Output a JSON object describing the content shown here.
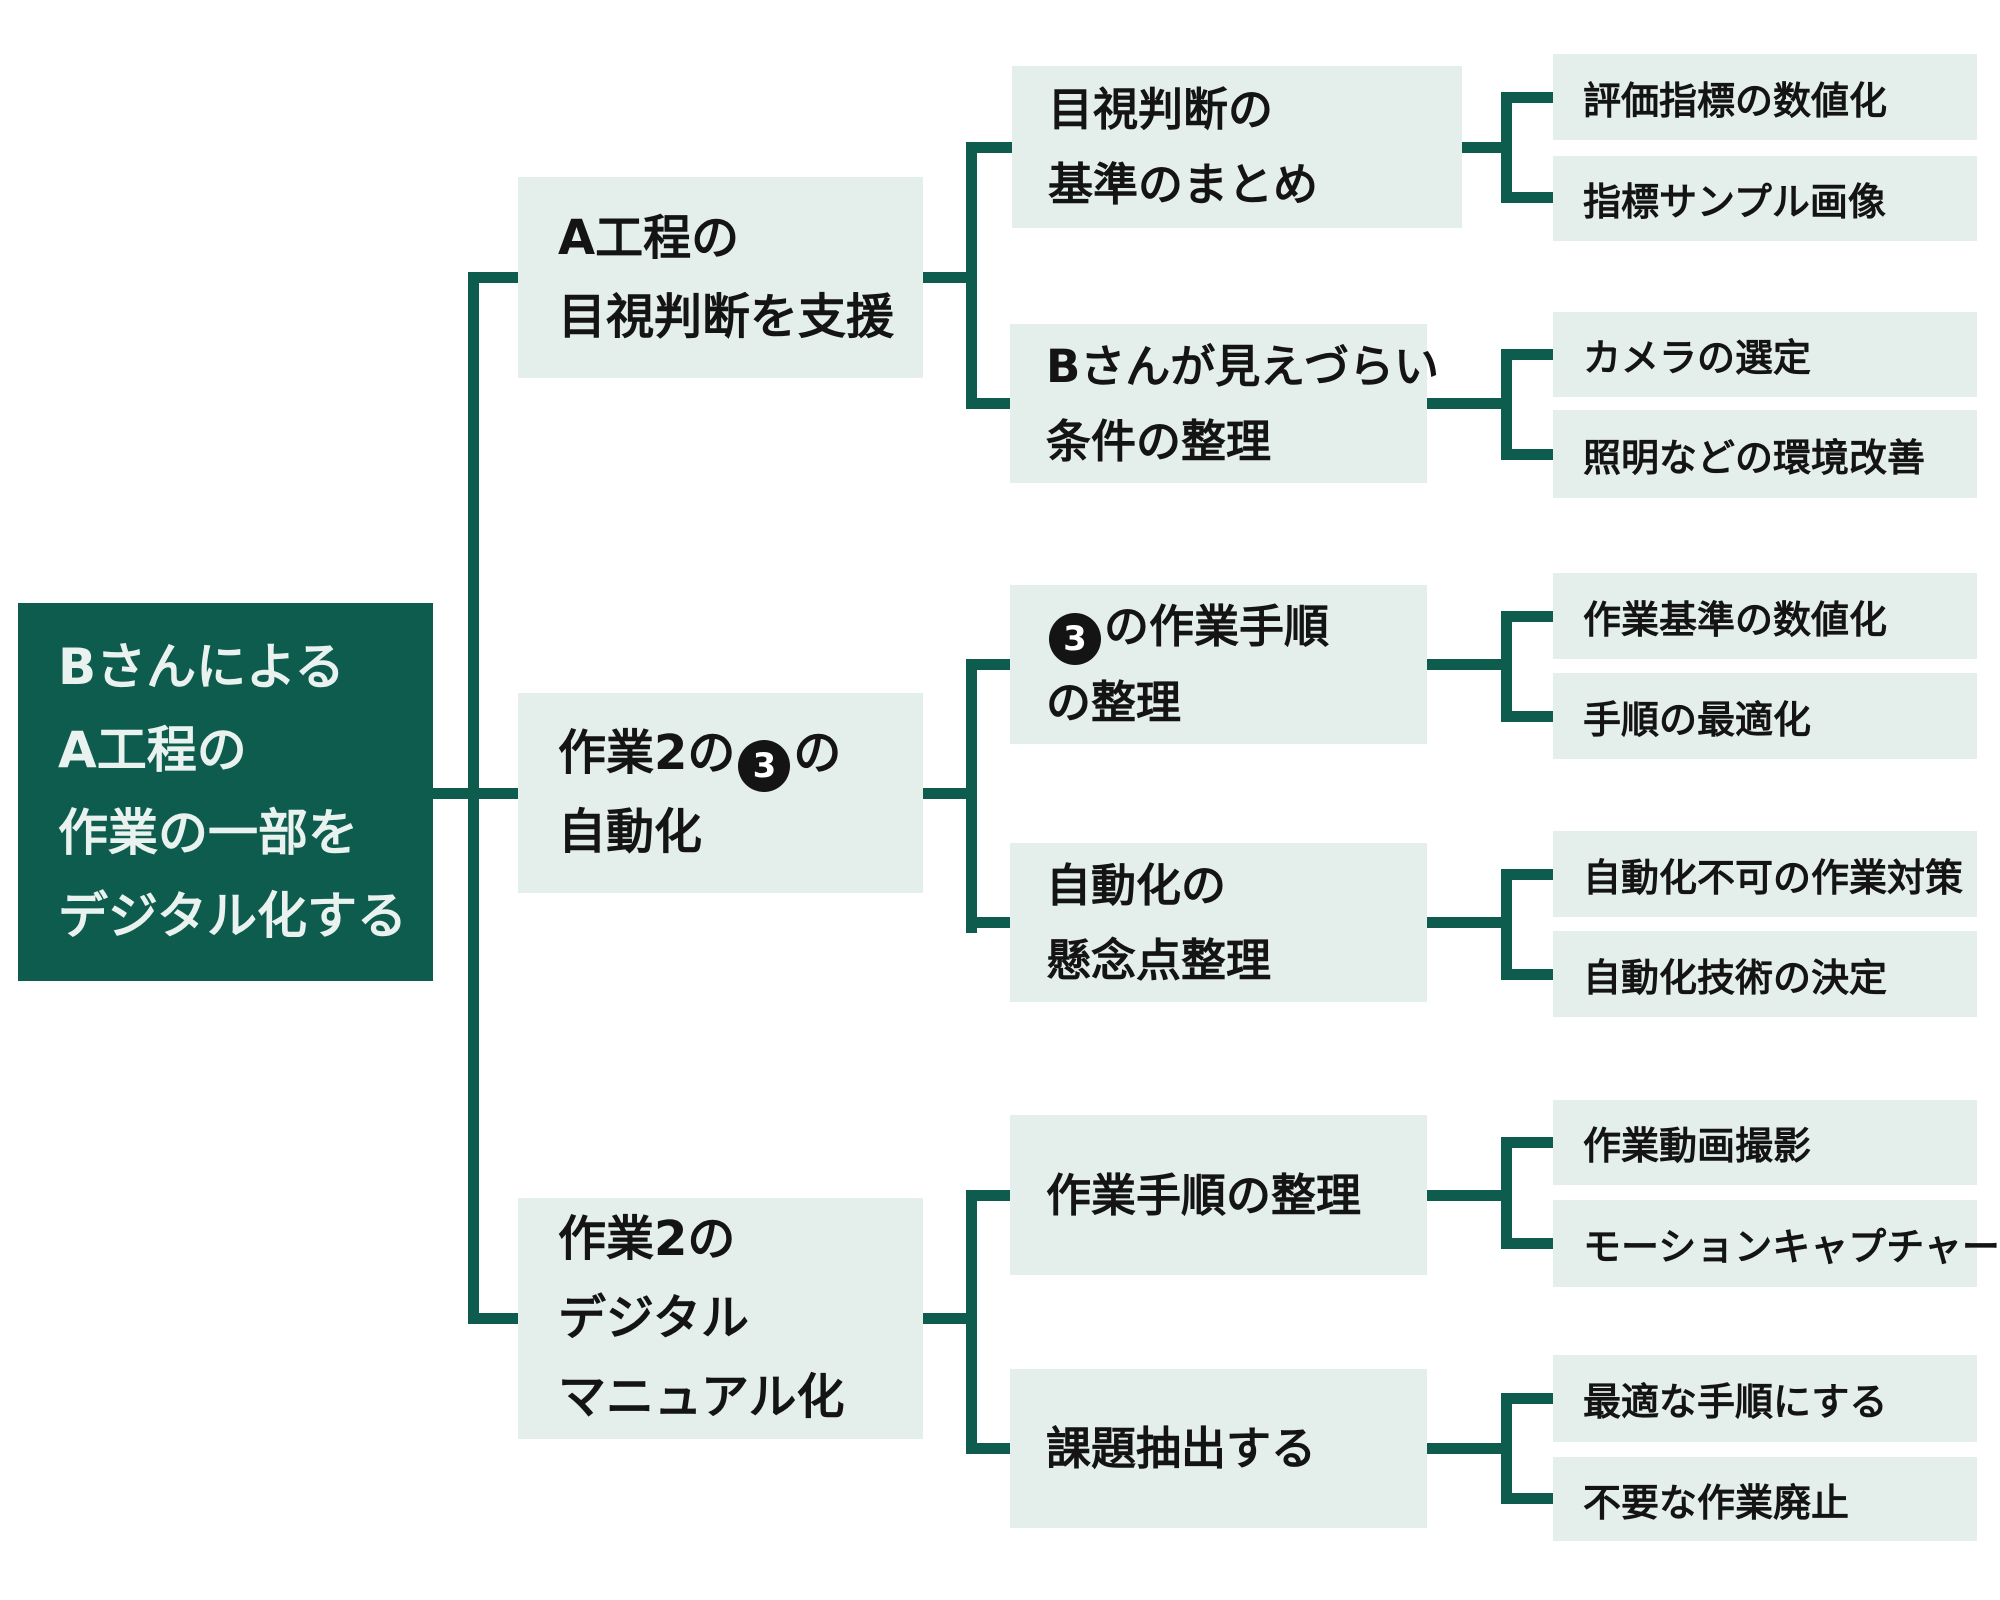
{
  "colors": {
    "accent_dark_teal": "#0d5c4e",
    "node_fill_light": "#e4eeea",
    "root_text": "#e9f2ef",
    "node_text": "#141414",
    "badge_bg": "#141414",
    "badge_text": "#ffffff",
    "background": "#ffffff"
  },
  "tree": {
    "root": {
      "lines": [
        "Bさんによる",
        "A工程の",
        "作業の一部を",
        "デジタル化する"
      ]
    },
    "branches": [
      {
        "node": {
          "lines": [
            "A工程の",
            "目視判断を支援"
          ]
        },
        "children": [
          {
            "node": {
              "lines": [
                "目視判断の",
                "基準のまとめ"
              ]
            },
            "leaves": [
              "評価指標の数値化",
              "指標サンプル画像"
            ]
          },
          {
            "node": {
              "lines": [
                "Bさんが見えづらい",
                "条件の整理"
              ]
            },
            "leaves": [
              "カメラの選定",
              "照明などの環境改善"
            ]
          }
        ]
      },
      {
        "node": {
          "line1_pre": "作業2の",
          "line1_badge": "3",
          "line1_post": "の",
          "line2": "自動化"
        },
        "children": [
          {
            "node": {
              "line1_badge": "3",
              "line1_post": "の作業手順",
              "line2": "の整理"
            },
            "leaves": [
              "作業基準の数値化",
              "手順の最適化"
            ]
          },
          {
            "node": {
              "lines": [
                "自動化の",
                "懸念点整理"
              ]
            },
            "leaves": [
              "自動化不可の作業対策",
              "自動化技術の決定"
            ]
          }
        ]
      },
      {
        "node": {
          "lines": [
            "作業2の",
            "デジタル",
            "マニュアル化"
          ]
        },
        "children": [
          {
            "node": {
              "lines": [
                "作業手順の整理"
              ]
            },
            "leaves": [
              "作業動画撮影",
              "モーションキャプチャー"
            ]
          },
          {
            "node": {
              "lines": [
                "課題抽出する"
              ]
            },
            "leaves": [
              "最適な手順にする",
              "不要な作業廃止"
            ]
          }
        ]
      }
    ]
  }
}
